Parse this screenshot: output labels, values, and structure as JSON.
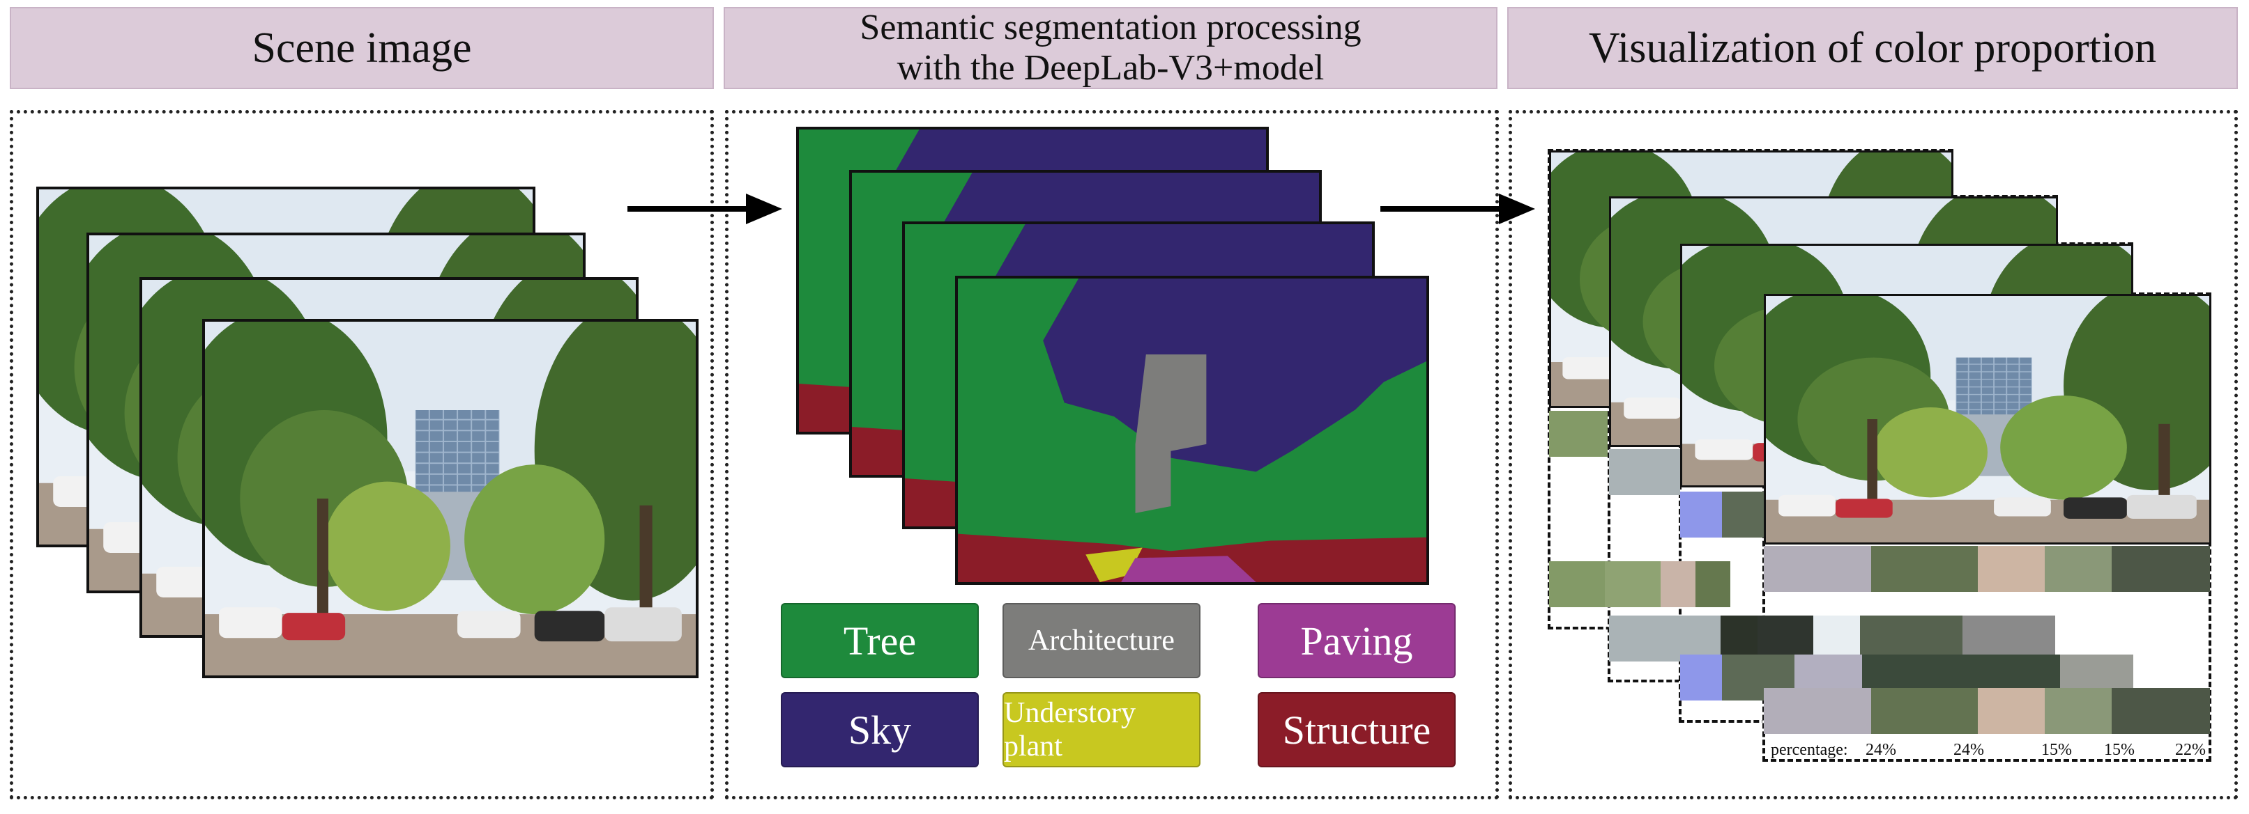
{
  "headers": {
    "scene": "Scene image",
    "segmentation_line1": "Semantic segmentation processing",
    "segmentation_line2": "with the DeepLab-V3+model",
    "visualization": "Visualization of color proportion"
  },
  "legend": [
    {
      "label": "Tree",
      "color": "#1e8a3c"
    },
    {
      "label": "Architecture",
      "color": "#7d7d7b"
    },
    {
      "label": "Paving",
      "color": "#9c3b94"
    },
    {
      "label": "Sky",
      "color": "#33266f"
    },
    {
      "label": "Understory plant",
      "color": "#c8c820"
    },
    {
      "label": "Structure",
      "color": "#8b1c28"
    }
  ],
  "swatches": [
    "#b2aeb9",
    "#637351",
    "#cdb5a3",
    "#8a9878",
    "#4d5747"
  ],
  "percentage": {
    "label": "percentage:",
    "values": [
      "24%",
      "24%",
      "15%",
      "15%",
      "22%"
    ]
  }
}
